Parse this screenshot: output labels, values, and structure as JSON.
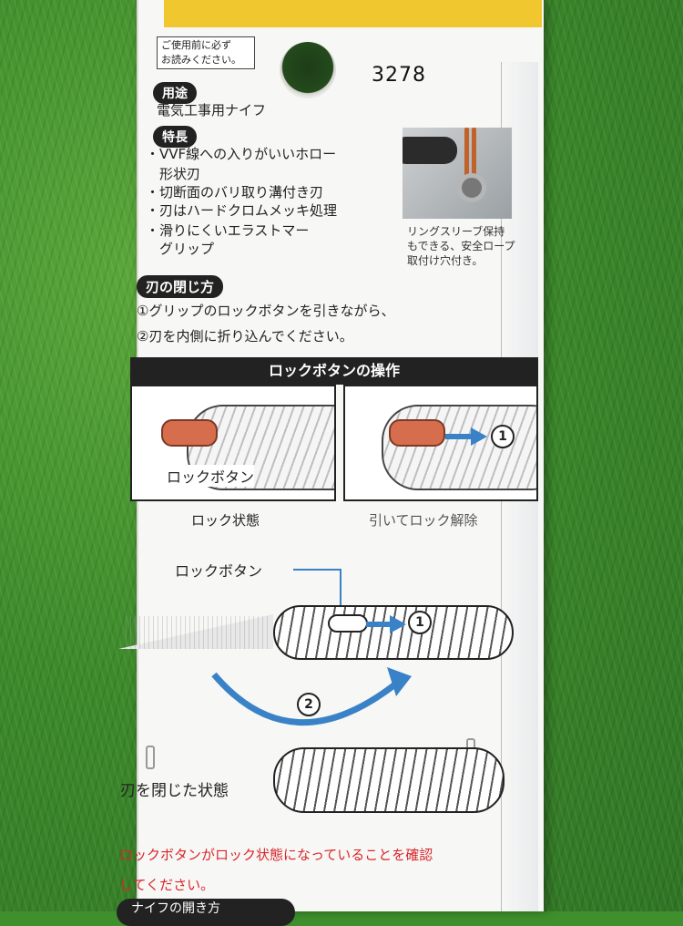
{
  "notice": [
    "ご使用前に必ず",
    "お読みください。"
  ],
  "model_number": "3278",
  "usage": {
    "tag": "用途",
    "text": "電気工事用ナイフ"
  },
  "features": {
    "tag": "特長",
    "lines": [
      "・VVF線への入りがいいホロー",
      "　形状刃",
      "・切断面のバリ取り溝付き刃",
      "・刃はハードクロムメッキ処理",
      "・滑りにくいエラストマー",
      "　グリップ"
    ]
  },
  "photo_caption": [
    "リングスリーブ保持",
    "もできる、安全ロープ",
    "取付け穴付き。"
  ],
  "closing": {
    "tag": "刃の閉じ方",
    "steps": [
      "①グリップのロックボタンを引きながら、",
      "②刃を内側に折り込んでください。"
    ]
  },
  "lock_section": {
    "title": "ロックボタンの操作",
    "left_callout": "ロックボタン",
    "left_label": "ロック状態",
    "right_label": "引いてロック解除",
    "step1": "1"
  },
  "diagram": {
    "lock_button_label": "ロックボタン",
    "step1": "1",
    "step2": "2",
    "closed_label": "刃を閉じた状態"
  },
  "warning": [
    "ロックボタンがロック状態になっていることを確認",
    "してください。"
  ],
  "bottom_tag": "ナイフの開き方",
  "colors": {
    "accent_blue": "#3a82c7",
    "warning_red": "#d9262c",
    "lock_orange": "#d66d4d",
    "card_yellow": "#f1c72f"
  }
}
